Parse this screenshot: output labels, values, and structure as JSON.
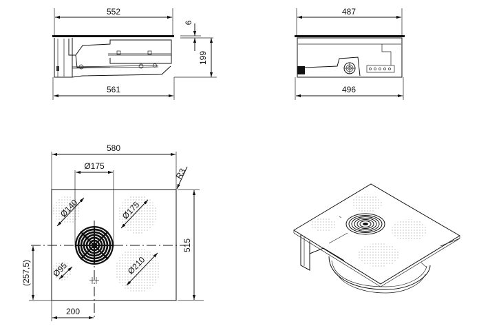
{
  "drawing": {
    "subject": "induction hob with integrated downdraft extractor - installation dimensions",
    "views": [
      {
        "id": "front-view",
        "dimensions": {
          "top_width": "552",
          "bottom_width": "561",
          "glass_thickness": "6",
          "depth": "199"
        }
      },
      {
        "id": "side-view",
        "dimensions": {
          "top_width": "487",
          "bottom_width": "496"
        }
      },
      {
        "id": "plan-view",
        "dimensions": {
          "overall_width": "580",
          "overall_depth": "515",
          "corner_radius": "R3",
          "extractor_diameter": "Ø175",
          "zone_top_left": "Ø140",
          "zone_top_right": "Ø175",
          "zone_bottom_left": "Ø95",
          "zone_bottom_right": "Ø210",
          "center_offset_x": "200",
          "center_offset_y": "(257,5)"
        }
      },
      {
        "id": "isometric-view"
      }
    ]
  },
  "colors": {
    "line": "#111111",
    "background": "#ffffff",
    "dots": "#9a9a9a"
  }
}
